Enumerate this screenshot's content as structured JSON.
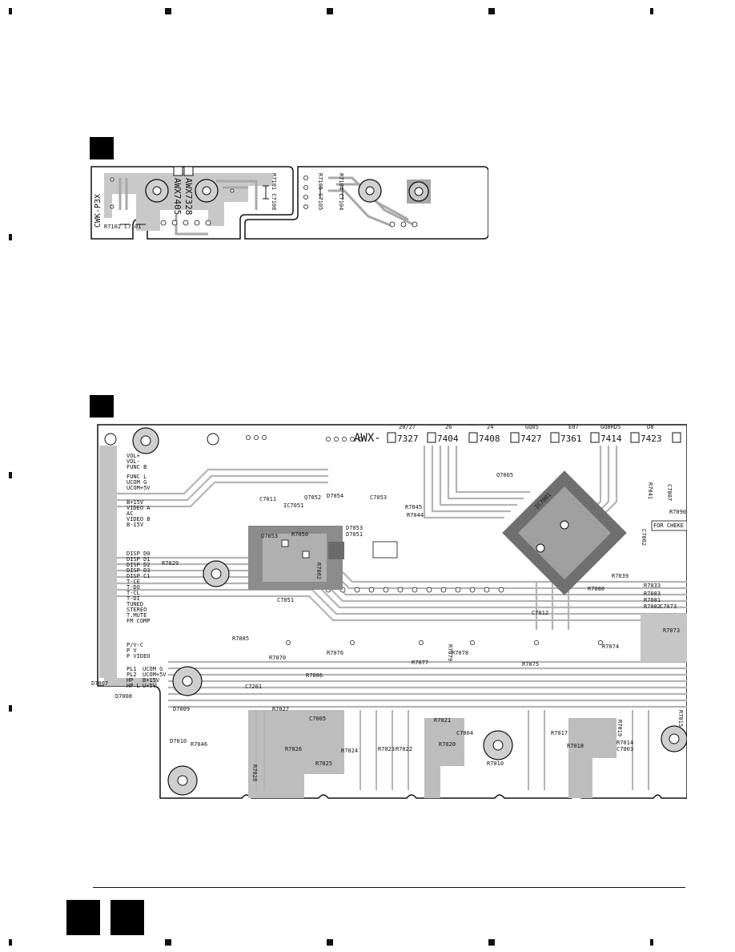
{
  "top_board": {
    "title": "CWK-P3X",
    "part_numbers": [
      "AWX7328",
      "AWX7405"
    ],
    "labels": [
      "R7101 C7108",
      "R7102 C7101",
      "R7105 C7105",
      "R7104 C7104"
    ]
  },
  "main_board": {
    "part_prefix": "AWX-",
    "variants": [
      {
        "code": "7327",
        "tag": "20/27"
      },
      {
        "code": "7404",
        "tag": "26"
      },
      {
        "code": "7408",
        "tag": "24"
      },
      {
        "code": "7427",
        "tag": "GQ05"
      },
      {
        "code": "7361",
        "tag": "E07"
      },
      {
        "code": "7414",
        "tag": "GQ8RD5"
      },
      {
        "code": "7423",
        "tag": "D8"
      }
    ],
    "check_label": "FOR CHEKE",
    "ic_labels": [
      "IC7001",
      "IC7051"
    ],
    "component_labels": [
      "Q7005",
      "R7041",
      "R7090",
      "C7007",
      "R7045",
      "R7044",
      "C7053",
      "D7054",
      "Q7052",
      "C7011",
      "R7050",
      "D7053",
      "D7051",
      "Q7053",
      "R7029",
      "R7039",
      "R7033",
      "R7083",
      "R7002",
      "C7012",
      "R7080",
      "C7002",
      "R7081",
      "R7082",
      "C7073",
      "R7074",
      "R7073",
      "R7085",
      "R7070",
      "R7076",
      "R7086",
      "R7077",
      "R7078",
      "R7079",
      "R7075",
      "C7051",
      "D7007",
      "D7008",
      "C7201",
      "R7027",
      "D7009",
      "C7005",
      "R7021",
      "C7004",
      "R7019",
      "R7017",
      "R7015",
      "R7014",
      "C7003",
      "R7018",
      "R7010",
      "R7020",
      "R7023",
      "R7022",
      "R7024",
      "R7025",
      "R7026",
      "R7046",
      "D7010",
      "R7028"
    ],
    "edge_labels": [
      "VOL+",
      "VOL-",
      "FUNC B",
      "FUNC L",
      "UCOM G",
      "UCOM+5V",
      "B+15V",
      "VIDEO A",
      "AC",
      "VIDEO B",
      "B-15V",
      "DISP D0",
      "DISP D1",
      "DISP D2",
      "DISP D3",
      "DISP C1",
      "T-CE",
      "T-DO",
      "T-CL",
      "T-DI",
      "TUNED",
      "STEREO",
      "T.MUTE",
      "FM COMP",
      "P/V-C",
      "P V",
      "P VIDEO",
      "PL1",
      "PL2",
      "HP",
      "HP L",
      "UCOM G",
      "UCOM+5V",
      "B+15V",
      "U+5V"
    ]
  }
}
